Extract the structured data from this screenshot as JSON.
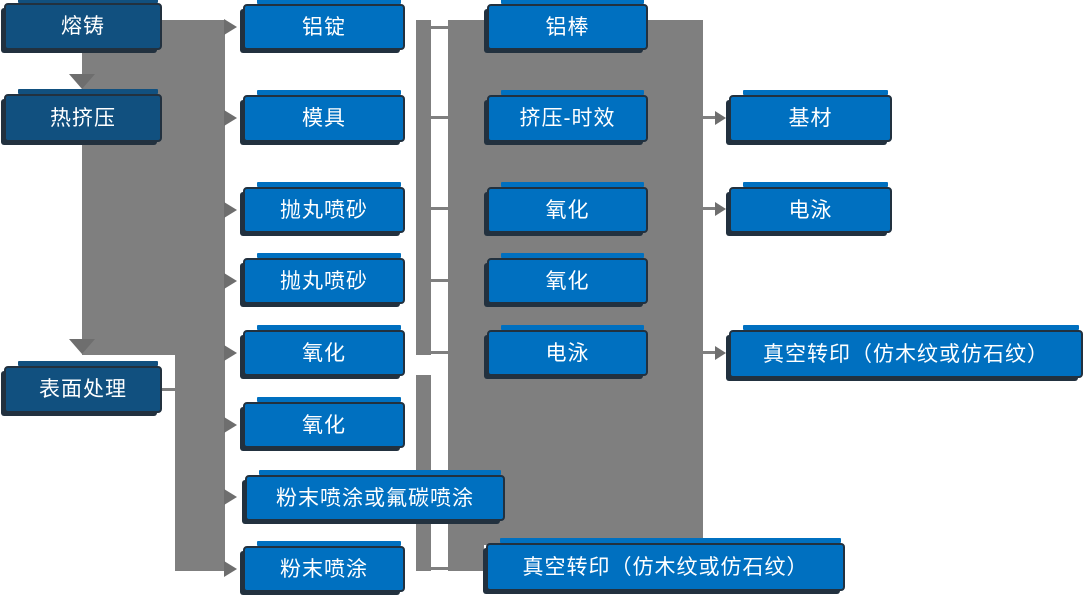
{
  "colors": {
    "box-blue": "#0070c0",
    "box-navy": "#11507f",
    "band-gray": "#7f7f7f",
    "arrow-gray": "#6e6e6e",
    "border-dark": "#22313f",
    "text-white": "#ffffff"
  },
  "columns": {
    "process": {
      "items": [
        {
          "label": "熔铸"
        },
        {
          "label": "热挤压"
        },
        {
          "label": "表面处理"
        }
      ]
    },
    "stage2": {
      "items": [
        {
          "label": "铝锭"
        },
        {
          "label": "模具"
        },
        {
          "label": "抛丸喷砂"
        },
        {
          "label": "抛丸喷砂"
        },
        {
          "label": "氧化"
        },
        {
          "label": "氧化"
        },
        {
          "label": "粉末喷涂或氟碳喷涂"
        },
        {
          "label": "粉末喷涂"
        }
      ]
    },
    "stage3": {
      "items": [
        {
          "label": "铝棒"
        },
        {
          "label": "挤压-时效"
        },
        {
          "label": "氧化"
        },
        {
          "label": "氧化"
        },
        {
          "label": "电泳"
        },
        {
          "label": "真空转印（仿木纹或仿石纹）"
        }
      ]
    },
    "stage4": {
      "items": [
        {
          "label": "基材"
        },
        {
          "label": "电泳"
        },
        {
          "label": "真空转印（仿木纹或仿石纹）"
        }
      ]
    }
  }
}
